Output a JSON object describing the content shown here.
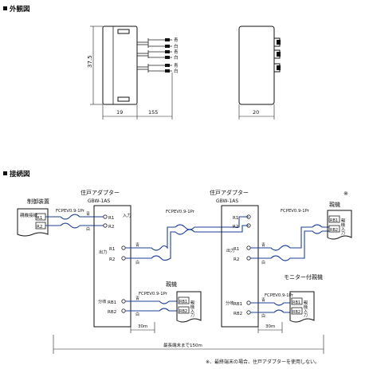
{
  "sections": {
    "exterior_title": "外観図",
    "connection_title": "接続図"
  },
  "exterior": {
    "dim_height": "37.5",
    "dim_width": "19",
    "dim_lead": "155",
    "dim_side": "20",
    "wire_labels": [
      {
        "top": "青",
        "bottom": "白"
      },
      {
        "top": "青",
        "bottom": "白"
      },
      {
        "top": "青",
        "bottom": "白"
      }
    ]
  },
  "connection": {
    "control_device_label": "制御装置",
    "control_inner_label": "親機接続",
    "adapter1": {
      "title": "住戸アダプター",
      "model": "GBW-1AS"
    },
    "adapter2": {
      "title": "住戸アダプター",
      "model": "GBW-1AS"
    },
    "cable_label": "FCPEV0.9-1Pr",
    "terminals_input": [
      "R1",
      "R2"
    ],
    "terminals_output": [
      "R1",
      "R2"
    ],
    "terminals_branch": [
      "RB1",
      "RB2"
    ],
    "port_in": "入力",
    "port_out": "出力",
    "port_branch": "分岐",
    "wire_blue": "青",
    "wire_white": "白",
    "parent_unit": "親機",
    "parent_inner": "親機入力",
    "parent_monitor_unit": "モニター付親機",
    "asterisk": "※",
    "distance_30": "30m",
    "max_distance": "最長端末まで150m",
    "footnote": "※、最終端末の場合、住戸アダプターを使用しない。"
  }
}
